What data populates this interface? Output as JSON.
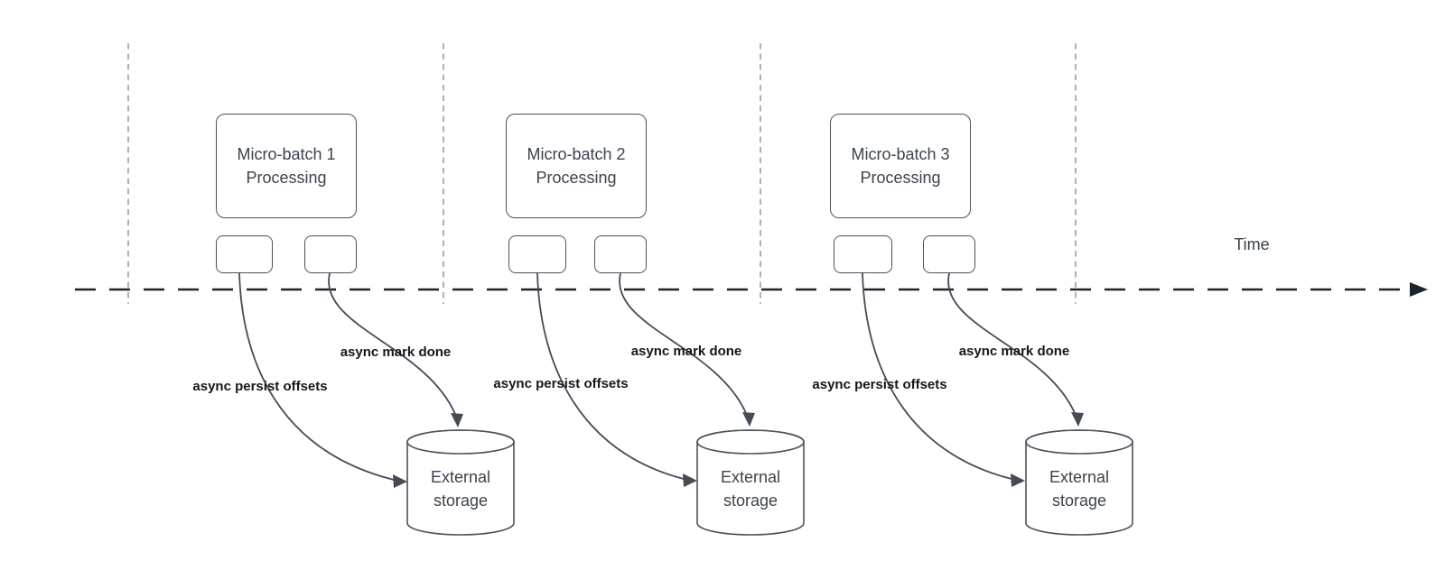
{
  "diagram": {
    "time_axis_label": "Time",
    "batches": [
      {
        "box_line1": "Micro-batch 1",
        "box_line2": "Processing",
        "persist_arrow_label": "async persist offsets",
        "done_arrow_label": "async mark done",
        "storage_line1": "External",
        "storage_line2": "storage"
      },
      {
        "box_line1": "Micro-batch 2",
        "box_line2": "Processing",
        "persist_arrow_label": "async persist offsets",
        "done_arrow_label": "async mark done",
        "storage_line1": "External",
        "storage_line2": "storage"
      },
      {
        "box_line1": "Micro-batch 3",
        "box_line2": "Processing",
        "persist_arrow_label": "async persist offsets",
        "done_arrow_label": "async mark done",
        "storage_line1": "External",
        "storage_line2": "storage"
      }
    ],
    "colors": {
      "background": "#ffffff",
      "lane_line": "#a8a8a8",
      "axis_line": "#1f232a",
      "shape_border": "#4c525c",
      "shape_fill": "#ffffff",
      "arrow_line": "#454c56",
      "shape_text": "#3c434d",
      "arrow_label_text": "#14171c"
    }
  }
}
